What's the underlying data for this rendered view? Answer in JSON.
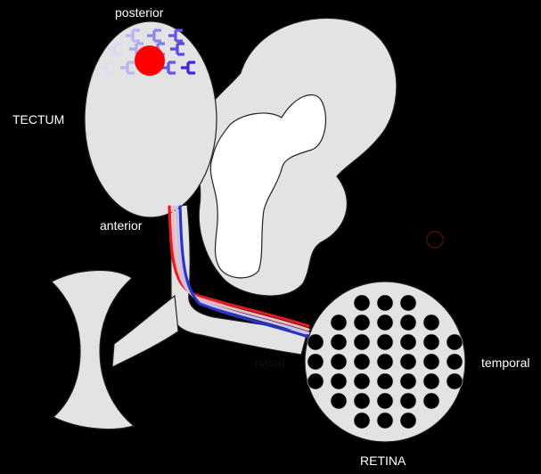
{
  "labels": {
    "posterior": "posterior",
    "tectum": "TECTUM",
    "anterior": "anterior",
    "nasal": "nasal",
    "temporal": "temporal",
    "retina": "RETINA"
  },
  "colors": {
    "background": "#000000",
    "brain": "#e3e3e3",
    "cavity": "#ffffff",
    "outline": "#222222",
    "tectal_target": "#ff0000",
    "optic_tract_red": "#e31b23",
    "optic_tract_blue": "#2a35c8",
    "temporal_pole": "#ff0000",
    "nasal_pole": "#1800e0"
  },
  "icons": {
    "synapse_terminal": "fork-terminal-icon",
    "retinal_cell": "filled-circle-icon"
  }
}
